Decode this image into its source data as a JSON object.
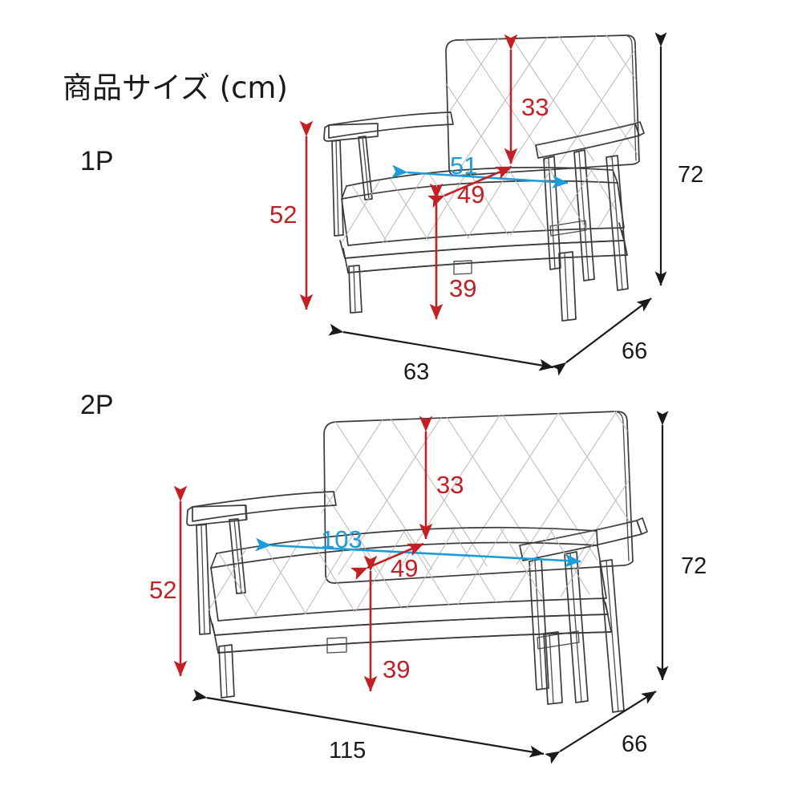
{
  "header": {
    "title": "商品サイズ (cm)"
  },
  "sections": [
    {
      "id": "1p",
      "label": "1P",
      "dimensions": {
        "seat_back_height": "33",
        "seat_width": "51",
        "seat_depth": "49",
        "seat_height": "39",
        "arm_height": "52",
        "total_height": "72",
        "total_width": "63",
        "total_depth": "66"
      }
    },
    {
      "id": "2p",
      "label": "2P",
      "dimensions": {
        "seat_back_height": "33",
        "seat_width": "103",
        "seat_depth": "49",
        "seat_height": "39",
        "arm_height": "52",
        "total_height": "72",
        "total_width": "115",
        "total_depth": "66"
      }
    }
  ],
  "colors": {
    "red": "#c32026",
    "blue": "#1b9dd9",
    "black": "#1a1a1a",
    "outline": "#3b3b3b",
    "quilt": "#b9b9b9",
    "background": "#ffffff"
  }
}
